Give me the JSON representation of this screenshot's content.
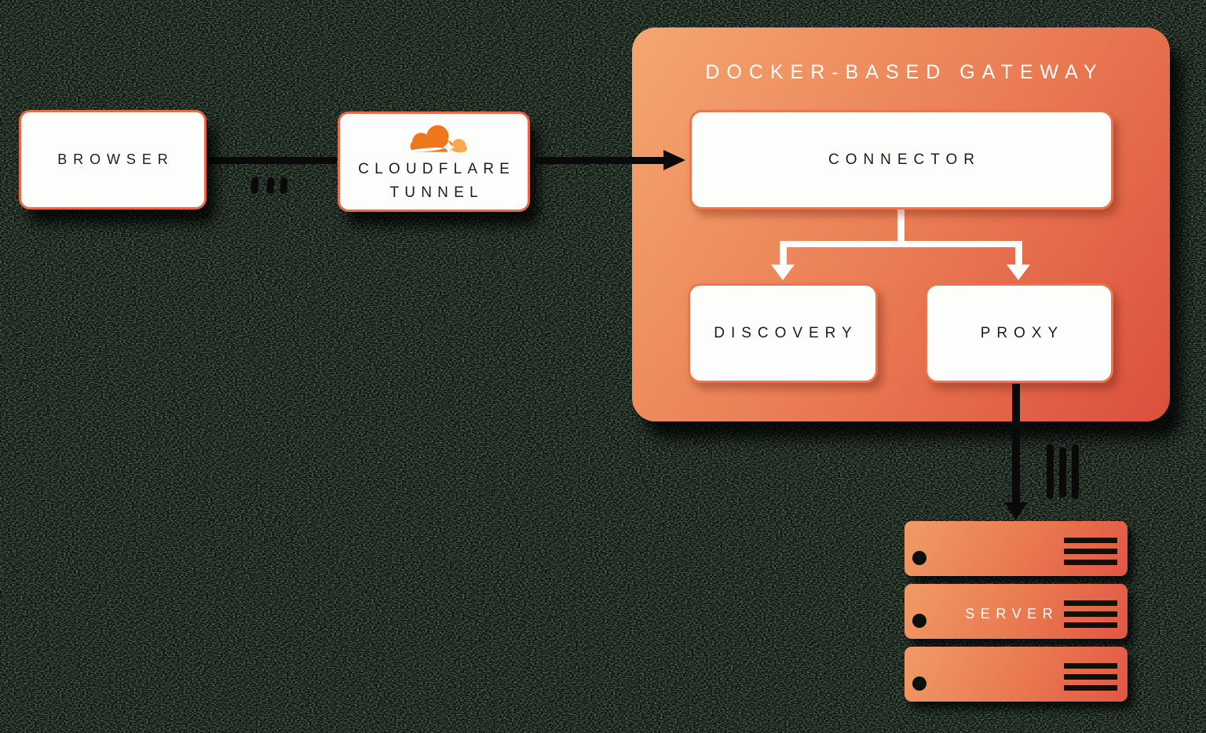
{
  "diagram": {
    "browser": {
      "label": "BROWSER"
    },
    "cloudflare_tunnel": {
      "label_line1": "CLOUDFLARE",
      "label_line2": "TUNNEL",
      "logo_icon": "cloudflare-cloud-icon"
    },
    "gateway": {
      "title": "DOCKER-BASED GATEWAY",
      "connector": {
        "label": "CONNECTOR"
      },
      "discovery": {
        "label": "DISCOVERY"
      },
      "proxy": {
        "label": "PROXY"
      }
    },
    "server": {
      "label": "SERVER",
      "units": 3,
      "led_icon": "indicator-hole-icon",
      "vent_icon": "vent-slots-icon"
    },
    "links": {
      "browser_to_tunnel": {
        "style": "solid-line",
        "hash_marks": 3
      },
      "tunnel_to_connector": {
        "style": "arrow-right"
      },
      "connector_to_discovery": {
        "style": "white-arrow-down"
      },
      "connector_to_proxy": {
        "style": "white-arrow-down"
      },
      "proxy_to_server": {
        "style": "arrow-down",
        "hash_marks": 3
      }
    }
  },
  "colors": {
    "background": "#0a0f0a",
    "background_noise": "#2e4d36",
    "gateway_gradient_start": "#f4a770",
    "gateway_gradient_end": "#db4f3d",
    "server_gradient_start": "#f09b66",
    "server_gradient_end": "#e15645",
    "node_fill": "#fdfdfc",
    "node_border": "#e5684a",
    "line_black": "#0a0a0a",
    "line_white": "#ffffff",
    "cloudflare_orange": "#f0761d",
    "cloudflare_light_orange": "#f9a94d",
    "label_dark": "#1d1d1f",
    "label_white": "#ffffff"
  }
}
